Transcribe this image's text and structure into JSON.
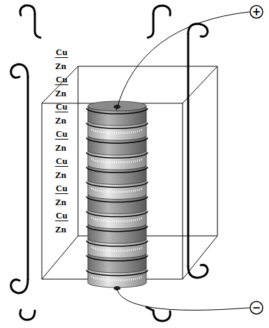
{
  "diagram": {
    "labels": [
      "Cu",
      "Zn",
      "Cu",
      "Zn",
      "Cu",
      "Zn",
      "Cu",
      "Zn",
      "Cu",
      "Zn",
      "Cu",
      "Zn",
      "Cu",
      "Zn",
      "+",
      "−"
    ]
  }
}
